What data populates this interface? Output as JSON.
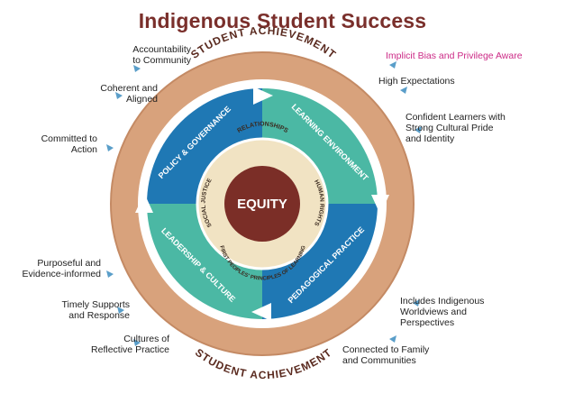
{
  "title": "Indigenous Student Success",
  "center": {
    "label": "EQUITY"
  },
  "inner_ring": {
    "top": "RELATIONSHIPS",
    "left": "SOCIAL JUSTICE",
    "right": "HUMAN RIGHTS",
    "bottom": "FIRST PEOPLES' PRINCIPLES OF LEARNING"
  },
  "quadrants": {
    "top_left": "POLICY & GOVERNANCE",
    "top_right": "LEARNING ENVIRONMENT",
    "bottom_left": "LEADERSHIP & CULTURE",
    "bottom_right": "PEDAGOGICAL PRACTICE"
  },
  "outer_ring": {
    "top": "STUDENT ACHIEVEMENT",
    "bottom": "STUDENT ACHIEVEMENT"
  },
  "left_labels": {
    "accountability": "Accountability",
    "community": "to Community",
    "coherent": "Coherent and",
    "aligned": "Aligned",
    "committed": "Committed to",
    "action": "Action",
    "purposeful": "Purposeful and",
    "evidence": "Evidence-informed",
    "timely": "Timely Supports",
    "response": "and Response",
    "cultures": "Cultures of",
    "reflective": "Reflective Practice"
  },
  "right_labels": {
    "implicit": "Implicit Bias and Privilege Aware",
    "high_expect": "High Expectations",
    "confident": "Confident Learners with",
    "identity": "Strong Cultural Pride",
    "identity2": "and Identity",
    "includes": "Includes Indigenous",
    "worldviews": "Worldviews and",
    "perspectives": "Perspectives",
    "connected_1": "Connected to Family",
    "connected_2": "and Communities"
  },
  "colors": {
    "title": "#7a2f2b",
    "outer_ring": "#d8a27c",
    "outer_ring_text": "#5a2a1f",
    "teal": "#4bb8a4",
    "blue": "#1f78b4",
    "inner_ring": "#f1e3c3",
    "center": "#7b2e27",
    "highlight": "#cc2a86"
  }
}
